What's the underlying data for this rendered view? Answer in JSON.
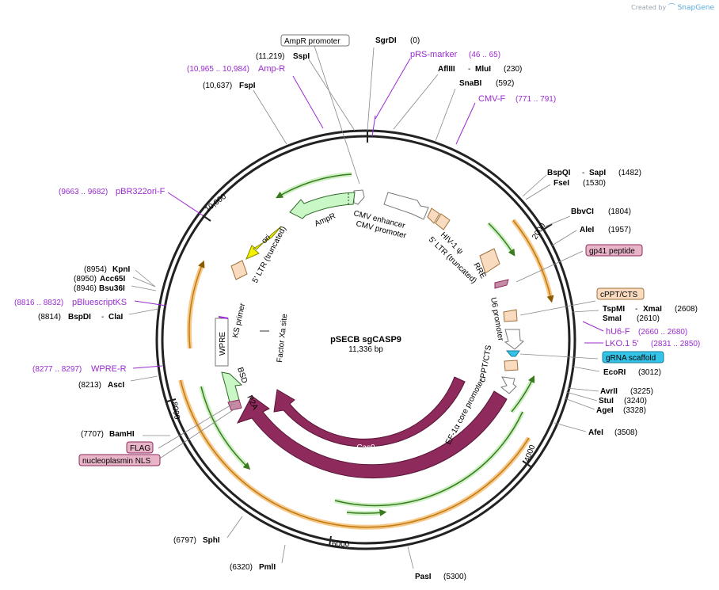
{
  "header": {
    "created_by": "Created by",
    "brand": "SnapGene"
  },
  "plasmid": {
    "name": "pSECB sgCASP9",
    "size": "11,336 bp",
    "length_bp": 11336
  },
  "ticks": [
    "2000",
    "4000",
    "6000",
    "8000",
    "10,000"
  ],
  "features": {
    "cas9": "Cas9",
    "cmv_enhancer": "CMV enhancer",
    "cmv_promoter": "CMV promoter",
    "hiv_psi": "HIV-1 ψ",
    "ltr_right": "5' LTR (truncated)",
    "rre": "RRE",
    "u6_promoter": "U6 promoter",
    "cppt": "cPPT/CTS",
    "ef1a": "EF-1α core promoter",
    "p2a": "P2A",
    "bsd": "BSD",
    "wpre": "WPRE",
    "ks_primer": "KS primer",
    "factor_xa": "Factor Xa site",
    "ltr_left": "5' LTR (truncated)",
    "ori": "ori",
    "ampr": "AmpR"
  },
  "sites": {
    "sgrdi_name": "SgrDI",
    "sgrdi_pos": "(0)",
    "aflIII_name": "AflIII",
    "mlui_name": "MluI",
    "aflIII_pos": "(230)",
    "snabi_name": "SnaBI",
    "snabi_pos": "(592)",
    "bspqi_name": "BspQI",
    "sapi_name": "SapI",
    "bspqi_pos": "(1482)",
    "fsei_name": "FseI",
    "fsei_pos": "(1530)",
    "bbvci_name": "BbvCI",
    "bbvci_pos": "(1804)",
    "alei_name": "AleI",
    "alei_pos": "(1957)",
    "tspmi_name": "TspMI",
    "xmai_name": "XmaI",
    "tspmi_pos": "(2608)",
    "smai_name": "SmaI",
    "smai_pos": "(2610)",
    "ecori_name": "EcoRI",
    "ecori_pos": "(3012)",
    "avrii_name": "AvrII",
    "avrii_pos": "(3225)",
    "stui_name": "StuI",
    "stui_pos": "(3240)",
    "agei_name": "AgeI",
    "agei_pos": "(3328)",
    "afei_name": "AfeI",
    "afei_pos": "(3508)",
    "pasi_name": "PasI",
    "pasi_pos": "(5300)",
    "pmli_name": "PmlI",
    "pmli_pos": "(6320)",
    "sphi_name": "SphI",
    "sphi_pos": "(6797)",
    "bamhi_name": "BamHI",
    "bamhi_pos": "(7707)",
    "asci_name": "AscI",
    "asci_pos": "(8213)",
    "bspdi_name": "BspDI",
    "clai_name": "ClaI",
    "bspdi_pos": "(8814)",
    "bsu36i_name": "Bsu36I",
    "bsu36i_pos": "(8946)",
    "acc65i_name": "Acc65I",
    "acc65i_pos": "(8950)",
    "kpni_name": "KpnI",
    "kpni_pos": "(8954)",
    "fspi_name": "FspI",
    "fspi_pos": "(10,637)",
    "sspi_name": "SspI",
    "sspi_pos": "(11,219)"
  },
  "primers": {
    "prs_name": "pRS-marker",
    "prs_range": "(46 .. 65)",
    "cmvf_name": "CMV-F",
    "cmvf_range": "(771 .. 791)",
    "hu6_name": "hU6-F",
    "hu6_range": "(2660 .. 2680)",
    "lko_name": "LKO.1 5'",
    "lko_range": "(2831 .. 2850)",
    "ampr_name": "Amp-R",
    "ampr_range": "(10,965 .. 10,984)",
    "pbr_name": "pBR322ori-F",
    "pbr_range": "(9663 .. 9682)",
    "pbks_name": "pBluescriptKS",
    "pbks_range": "(8816 .. 8832)",
    "wprer_name": "WPRE-R",
    "wprer_range": "(8277 .. 8297)"
  },
  "boxed": {
    "ampr_promoter": "AmpR promoter",
    "gp41": "gp41 peptide",
    "cppt": "cPPT/CTS",
    "grna": "gRNA scaffold",
    "flag": "FLAG",
    "nls": "nucleoplasmin NLS"
  },
  "colors": {
    "backbone": "#222222",
    "cas9": "#8e2a5c",
    "promoter": "#ffffff",
    "ori": "#f5f200",
    "ampr": "#c9f7c6",
    "misc": "#f9dcc0",
    "primer": "#9b2bd0",
    "orange_arc": "#f0a030",
    "green_arc": "#5fb43c",
    "grna": "#33c4e8",
    "pink_box": "#e8b4c8"
  }
}
